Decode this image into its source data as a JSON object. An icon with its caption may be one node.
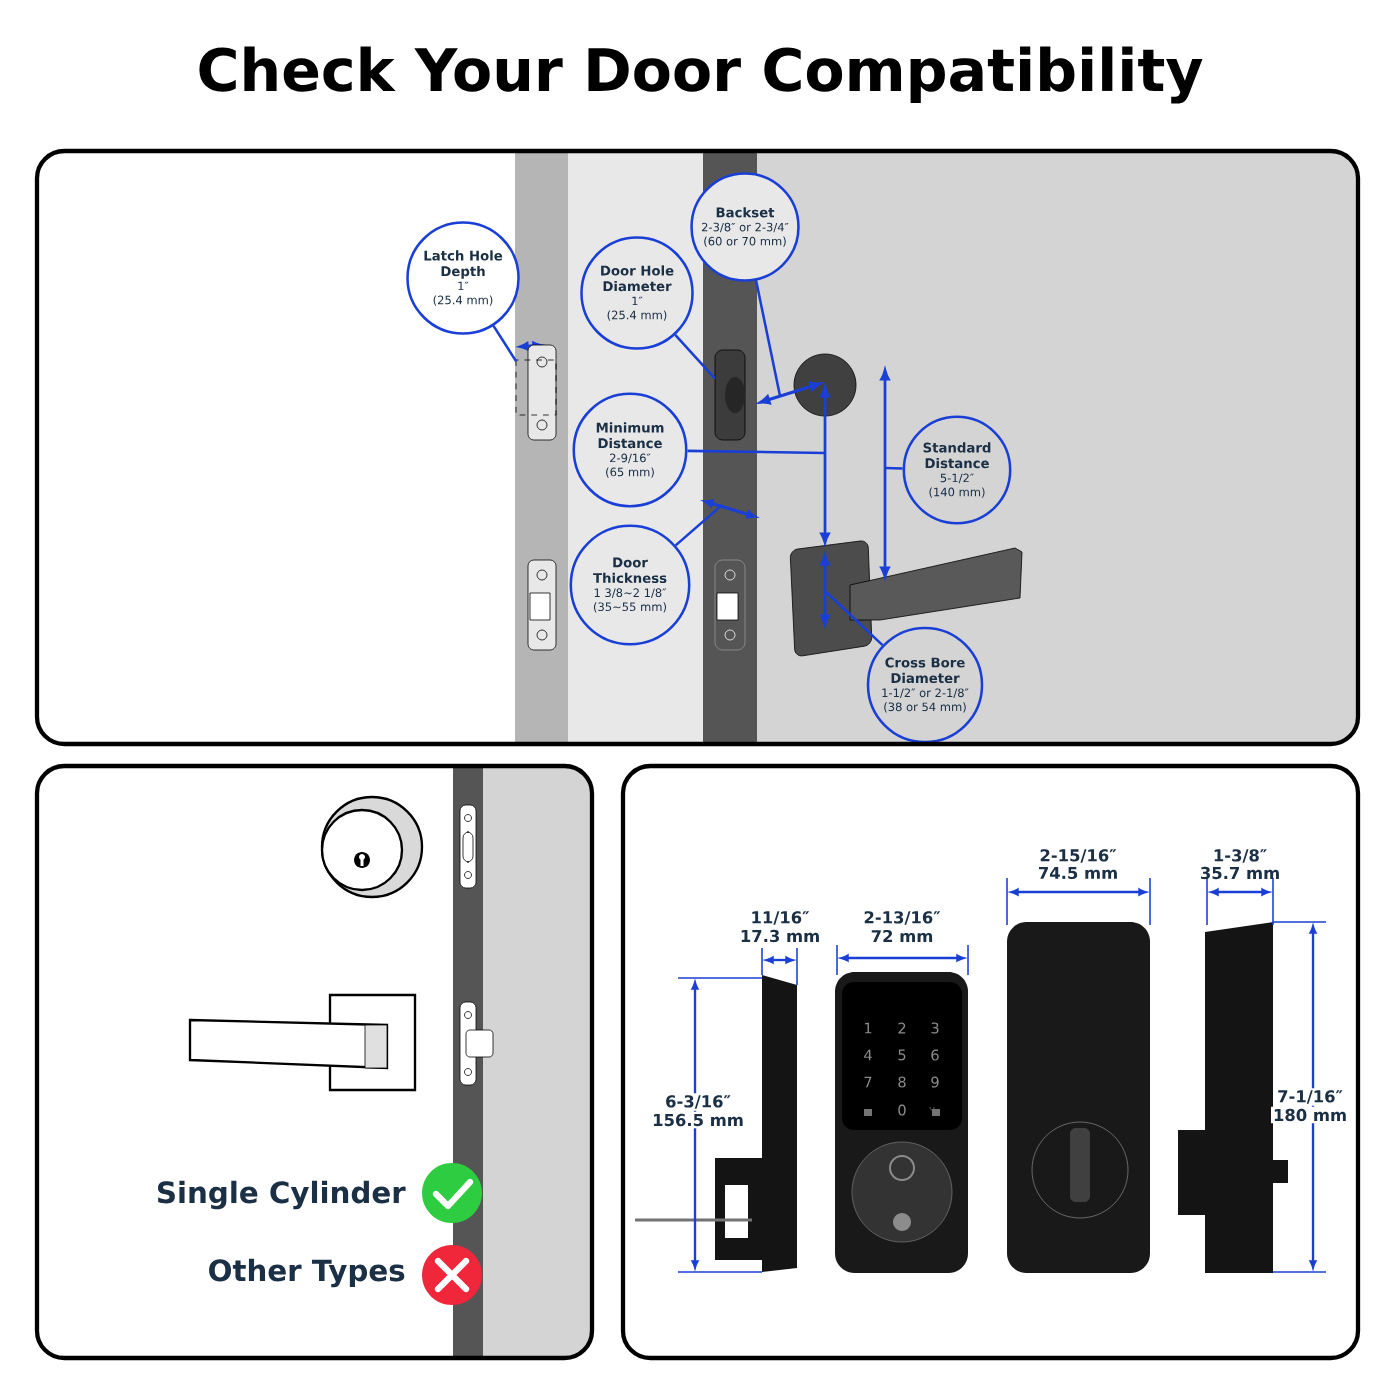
{
  "diagram": {
    "title": "Check Your Door Compatibility",
    "nodes": [
      {
        "text": [
          "Latch Hole Depth",
          "1″",
          "(25.4 mm)"
        ]
      },
      {
        "text": [
          "Backset",
          "2-3/8″ or 2-3/4″",
          "(60 or 70 mm)"
        ]
      },
      {
        "text": [
          "Door Hole Diameter",
          "1″",
          "(25.4 mm)"
        ]
      },
      {
        "text": [
          "Minimum Distance",
          "2-9/16″",
          "(65 mm)"
        ]
      },
      {
        "text": [
          "Standard Distance",
          "5-1/2″",
          "(140 mm)"
        ]
      },
      {
        "text": [
          "Door Thickness",
          "1 3/8~2 1/8″",
          "(35~55 mm)"
        ]
      },
      {
        "text": [
          "Cross Bore Diameter",
          "1-1/2″ or 2-1/8″",
          "(38 or 54 mm)"
        ]
      },
      {
        "text": [],
        "shape": "picture"
      },
      {
        "text": [],
        "shape": "picture"
      }
    ],
    "edges": [
      {
        "from": 0,
        "to": 7,
        "arrow": "none"
      },
      {
        "from": 1,
        "to": null,
        "arrow": "none"
      },
      {
        "from": 2,
        "to": 8,
        "arrow": "none"
      },
      {
        "from": 3,
        "to": null,
        "arrow": "none"
      },
      {
        "from": 4,
        "to": null,
        "arrow": "none"
      },
      {
        "from": 5,
        "to": null,
        "arrow": "none"
      },
      {
        "from": 6,
        "to": null,
        "arrow": "none"
      }
    ],
    "labels": [
      "Single Cylinder",
      "Other Types",
      "2-15/16″",
      "74.5 mm",
      "1-3/8″",
      "35.7 mm",
      "11/16″",
      "17.3 mm",
      "2-13/16″",
      "72 mm",
      "1",
      "2",
      "3",
      "4",
      "5",
      "6",
      "7",
      "8",
      "9",
      "0",
      "6-3/16″",
      "156.5 mm",
      "7-1/16″",
      "180 mm"
    ]
  }
}
